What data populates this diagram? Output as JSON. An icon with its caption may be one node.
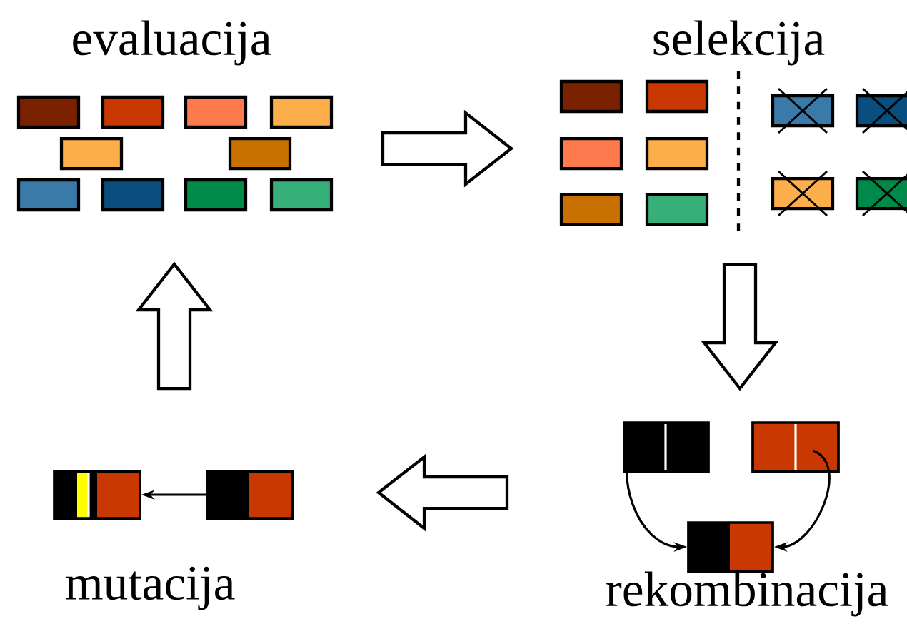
{
  "diagram": {
    "nodes": [
      {
        "text": [
          "evaluacija"
        ]
      },
      {
        "text": [
          "selekcija"
        ]
      },
      {
        "text": [
          "rekombinacija"
        ]
      },
      {
        "text": [],
        "shape": "box",
        "in": 2
      },
      {
        "text": [],
        "shape": "box",
        "in": 2
      },
      {
        "text": [],
        "shape": "box",
        "in": 2
      },
      {
        "text": [
          "mutacija"
        ]
      },
      {
        "text": [],
        "shape": "box",
        "in": 6
      },
      {
        "text": [],
        "shape": "box",
        "in": 6
      }
    ],
    "edges": [
      {
        "from": 0,
        "to": 1,
        "arrow": "to"
      },
      {
        "from": 1,
        "to": 2,
        "arrow": "to"
      },
      {
        "from": 2,
        "to": 6,
        "arrow": "to"
      },
      {
        "from": 6,
        "to": 0,
        "arrow": "to"
      },
      {
        "from": 3,
        "to": 5,
        "arrow": "to"
      },
      {
        "from": 4,
        "to": 5,
        "arrow": "to"
      },
      {
        "from": 8,
        "to": 7,
        "arrow": "to"
      }
    ]
  }
}
